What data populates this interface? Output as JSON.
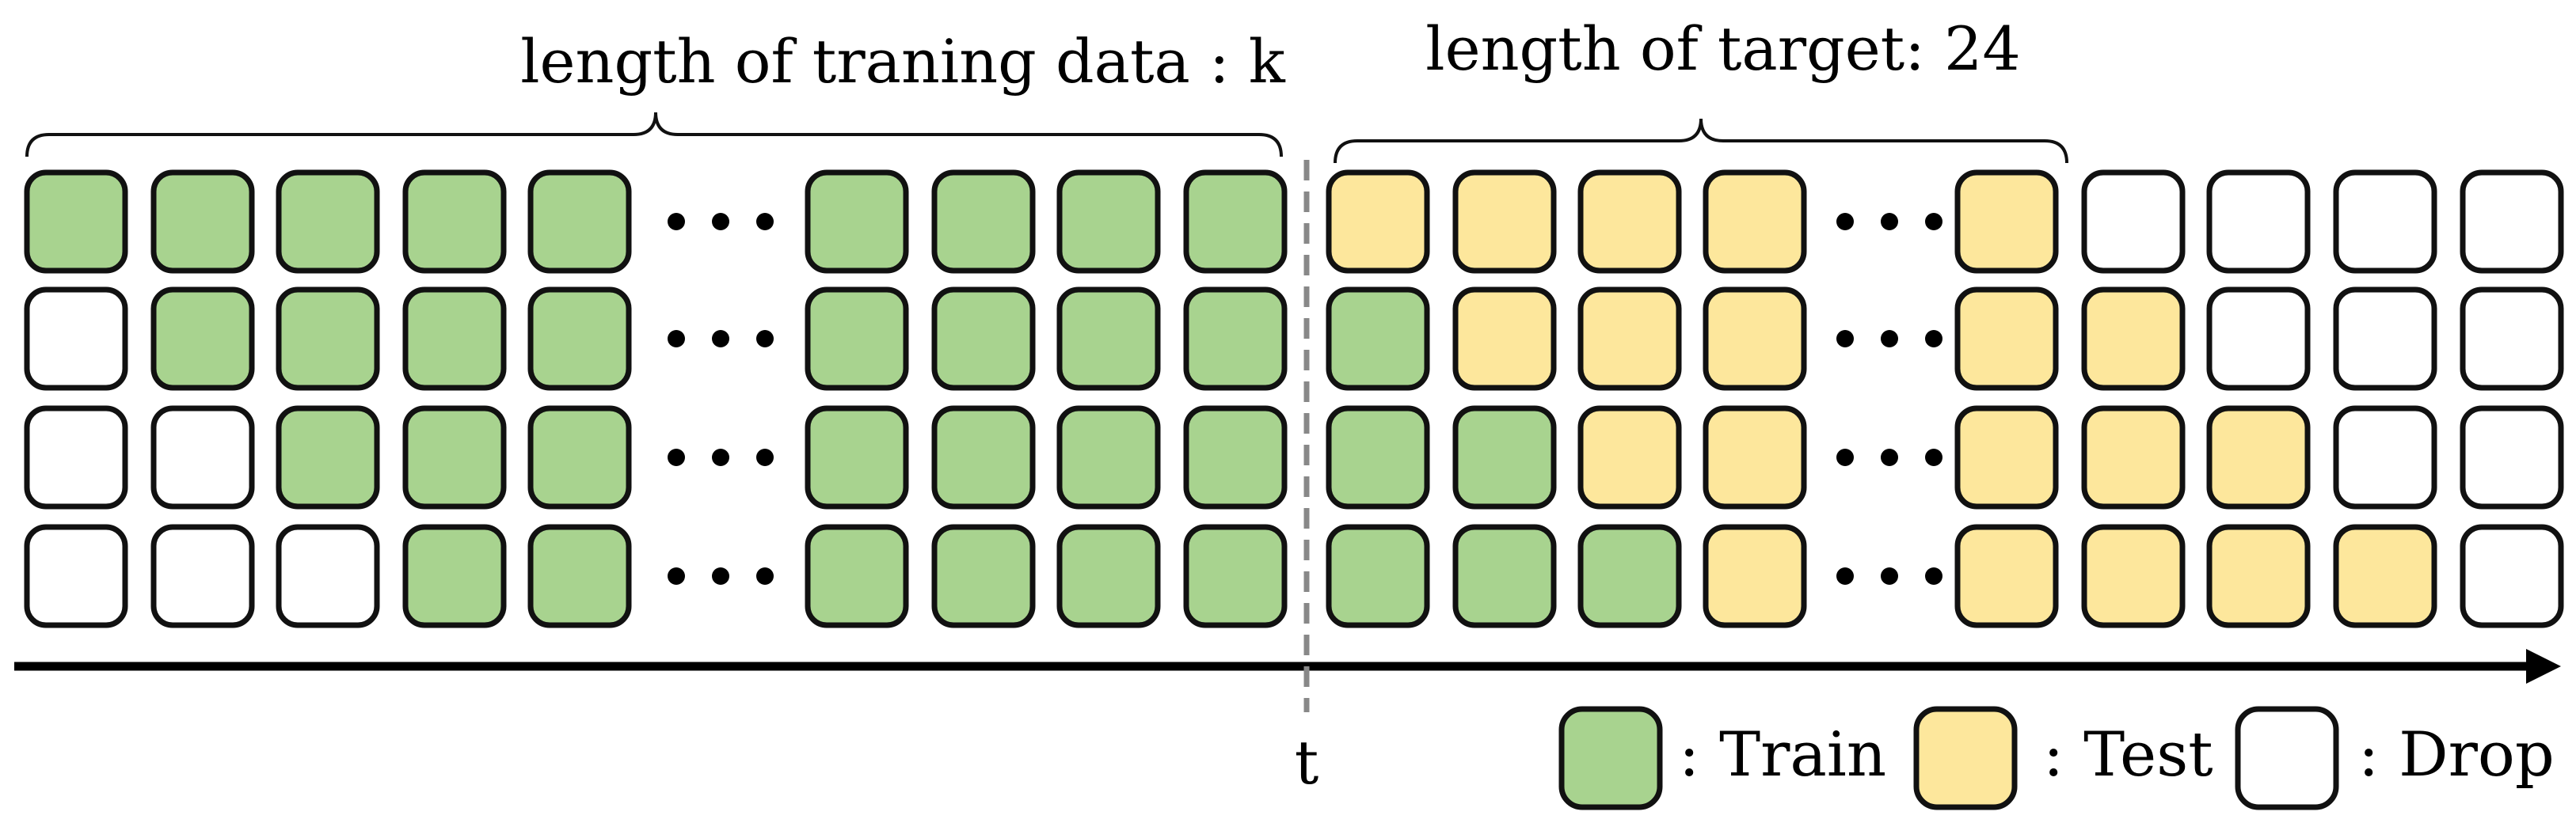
{
  "labels": {
    "training_length": "length of traning data : k",
    "target_length": "length of target: 24",
    "time": "t"
  },
  "legend": [
    {
      "key": "train",
      "label": ": Train"
    },
    {
      "key": "test",
      "label": ": Test"
    },
    {
      "key": "drop",
      "label": ": Drop"
    }
  ],
  "colors": {
    "train": "#a8d38f",
    "test": "#fde79c",
    "drop": "#ffffff",
    "stroke": "#111111",
    "dashed_line": "#888888"
  },
  "rows": [
    {
      "left": [
        "train",
        "train",
        "train",
        "train",
        "train"
      ],
      "mid": [
        "train",
        "train",
        "train",
        "train"
      ],
      "right_a": [
        "test",
        "test",
        "test",
        "test"
      ],
      "right_b": [
        "test",
        "drop",
        "drop",
        "drop",
        "drop"
      ]
    },
    {
      "left": [
        "drop",
        "train",
        "train",
        "train",
        "train"
      ],
      "mid": [
        "train",
        "train",
        "train",
        "train"
      ],
      "right_a": [
        "train",
        "test",
        "test",
        "test"
      ],
      "right_b": [
        "test",
        "test",
        "drop",
        "drop",
        "drop"
      ]
    },
    {
      "left": [
        "drop",
        "drop",
        "train",
        "train",
        "train"
      ],
      "mid": [
        "train",
        "train",
        "train",
        "train"
      ],
      "right_a": [
        "train",
        "train",
        "test",
        "test"
      ],
      "right_b": [
        "test",
        "test",
        "test",
        "drop",
        "drop"
      ]
    },
    {
      "left": [
        "drop",
        "drop",
        "drop",
        "train",
        "train"
      ],
      "mid": [
        "train",
        "train",
        "train",
        "train"
      ],
      "right_a": [
        "train",
        "train",
        "train",
        "test"
      ],
      "right_b": [
        "test",
        "test",
        "test",
        "test",
        "drop"
      ]
    }
  ]
}
